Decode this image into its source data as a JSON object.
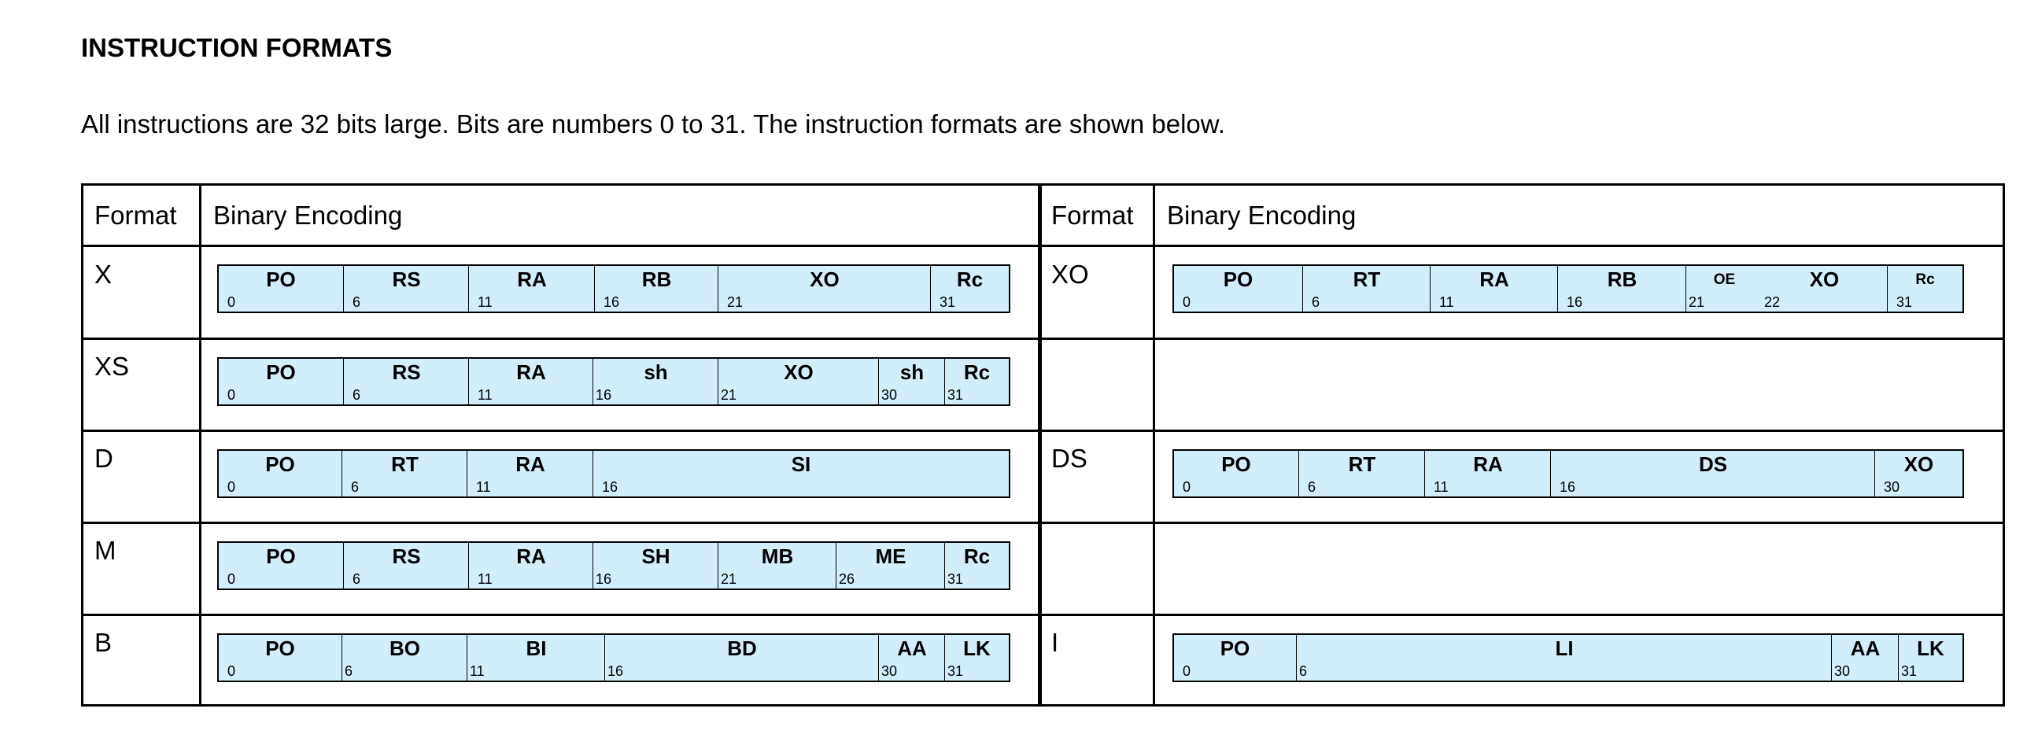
{
  "page": {
    "title": "INSTRUCTION FORMATS",
    "intro": "All instructions are 32 bits large. Bits are numbers 0 to 31. The instruction formats are shown below."
  },
  "table": {
    "headers": {
      "format": "Format",
      "encoding": "Binary Encoding"
    },
    "colors": {
      "field_fill": "#d2eefa",
      "border": "#000000"
    },
    "rows": [
      {
        "left": {
          "format": "X",
          "fields": [
            {
              "name": "PO",
              "bit": "0"
            },
            {
              "name": "RS",
              "bit": "6"
            },
            {
              "name": "RA",
              "bit": "11"
            },
            {
              "name": "RB",
              "bit": "16"
            },
            {
              "name": "XO",
              "bit": "21"
            },
            {
              "name": "Rc",
              "bit": "31"
            }
          ]
        },
        "right": {
          "format": "XO",
          "fields": [
            {
              "name": "PO",
              "bit": "0"
            },
            {
              "name": "RT",
              "bit": "6"
            },
            {
              "name": "RA",
              "bit": "11"
            },
            {
              "name": "RB",
              "bit": "16"
            },
            {
              "name": "OE",
              "bit": "21"
            },
            {
              "name": "XO",
              "bit": "22"
            },
            {
              "name": "Rc",
              "bit": "31"
            }
          ]
        }
      },
      {
        "left": {
          "format": "XS",
          "fields": [
            {
              "name": "PO",
              "bit": "0"
            },
            {
              "name": "RS",
              "bit": "6"
            },
            {
              "name": "RA",
              "bit": "11"
            },
            {
              "name": "sh",
              "bit": "16"
            },
            {
              "name": "XO",
              "bit": "21"
            },
            {
              "name": "sh",
              "bit": "30"
            },
            {
              "name": "Rc",
              "bit": "31"
            }
          ]
        },
        "right": null
      },
      {
        "left": {
          "format": "D",
          "fields": [
            {
              "name": "PO",
              "bit": "0"
            },
            {
              "name": "RT",
              "bit": "6"
            },
            {
              "name": "RA",
              "bit": "11"
            },
            {
              "name": "SI",
              "bit": "16"
            }
          ]
        },
        "right": {
          "format": "DS",
          "fields": [
            {
              "name": "PO",
              "bit": "0"
            },
            {
              "name": "RT",
              "bit": "6"
            },
            {
              "name": "RA",
              "bit": "11"
            },
            {
              "name": "DS",
              "bit": "16"
            },
            {
              "name": "XO",
              "bit": "30"
            }
          ]
        }
      },
      {
        "left": {
          "format": "M",
          "fields": [
            {
              "name": "PO",
              "bit": "0"
            },
            {
              "name": "RS",
              "bit": "6"
            },
            {
              "name": "RA",
              "bit": "11"
            },
            {
              "name": "SH",
              "bit": "16"
            },
            {
              "name": "MB",
              "bit": "21"
            },
            {
              "name": "ME",
              "bit": "26"
            },
            {
              "name": "Rc",
              "bit": "31"
            }
          ]
        },
        "right": null
      },
      {
        "left": {
          "format": "B",
          "fields": [
            {
              "name": "PO",
              "bit": "0"
            },
            {
              "name": "BO",
              "bit": "6"
            },
            {
              "name": "BI",
              "bit": "11"
            },
            {
              "name": "BD",
              "bit": "16"
            },
            {
              "name": "AA",
              "bit": "30"
            },
            {
              "name": "LK",
              "bit": "31"
            }
          ]
        },
        "right": {
          "format": "I",
          "fields": [
            {
              "name": "PO",
              "bit": "0"
            },
            {
              "name": "LI",
              "bit": "6"
            },
            {
              "name": "AA",
              "bit": "30"
            },
            {
              "name": "LK",
              "bit": "31"
            }
          ]
        }
      }
    ]
  }
}
